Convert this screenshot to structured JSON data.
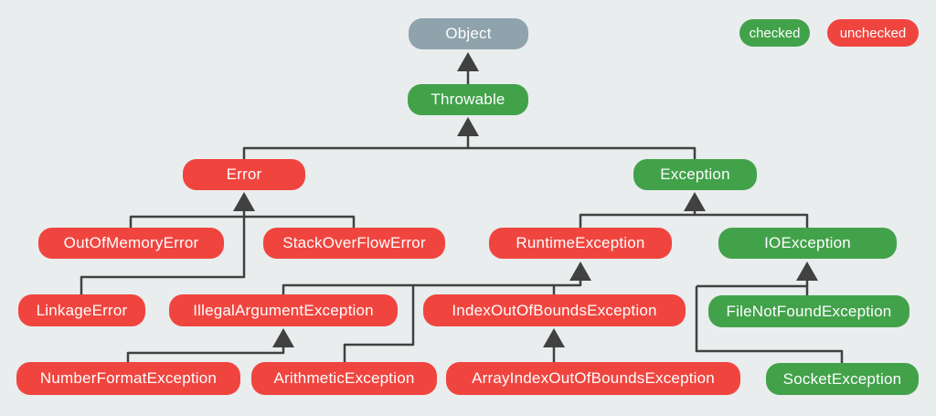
{
  "colors": {
    "background": "#e9edee",
    "checked": "#42a24a",
    "unchecked": "#f0453f",
    "neutral": "#8fa3ad",
    "line": "#414141",
    "text": "#fdfdfd"
  },
  "legend": [
    {
      "id": "checked",
      "label": "checked",
      "type": "checked"
    },
    {
      "id": "unchecked",
      "label": "unchecked",
      "type": "unchecked"
    }
  ],
  "nodes": [
    {
      "id": "object",
      "label": "Object",
      "type": "neutral"
    },
    {
      "id": "throwable",
      "label": "Throwable",
      "type": "checked"
    },
    {
      "id": "error",
      "label": "Error",
      "type": "unchecked"
    },
    {
      "id": "exception",
      "label": "Exception",
      "type": "checked"
    },
    {
      "id": "out-of-memory-error",
      "label": "OutOfMemoryError",
      "type": "unchecked"
    },
    {
      "id": "stack-over-flow-error",
      "label": "StackOverFlowError",
      "type": "unchecked"
    },
    {
      "id": "runtime-exception",
      "label": "RuntimeException",
      "type": "unchecked"
    },
    {
      "id": "io-exception",
      "label": "IOException",
      "type": "checked"
    },
    {
      "id": "linkage-error",
      "label": "LinkageError",
      "type": "unchecked"
    },
    {
      "id": "illegal-argument-exception",
      "label": "IllegalArgumentException",
      "type": "unchecked"
    },
    {
      "id": "index-out-of-bounds-exception",
      "label": "IndexOutOfBoundsException",
      "type": "unchecked"
    },
    {
      "id": "file-not-found-exception",
      "label": "FileNotFoundException",
      "type": "checked"
    },
    {
      "id": "number-format-exception",
      "label": "NumberFormatException",
      "type": "unchecked"
    },
    {
      "id": "arithmetic-exception",
      "label": "ArithmeticException",
      "type": "unchecked"
    },
    {
      "id": "array-index-out-of-bounds-exception",
      "label": "ArrayIndexOutOfBoundsException",
      "type": "unchecked"
    },
    {
      "id": "socket-exception",
      "label": "SocketException",
      "type": "checked"
    }
  ],
  "edges": [
    {
      "child": "throwable",
      "parent": "object"
    },
    {
      "child": "error",
      "parent": "throwable"
    },
    {
      "child": "exception",
      "parent": "throwable"
    },
    {
      "child": "out-of-memory-error",
      "parent": "error"
    },
    {
      "child": "stack-over-flow-error",
      "parent": "error"
    },
    {
      "child": "linkage-error",
      "parent": "error"
    },
    {
      "child": "runtime-exception",
      "parent": "exception"
    },
    {
      "child": "io-exception",
      "parent": "exception"
    },
    {
      "child": "illegal-argument-exception",
      "parent": "runtime-exception"
    },
    {
      "child": "index-out-of-bounds-exception",
      "parent": "runtime-exception"
    },
    {
      "child": "arithmetic-exception",
      "parent": "runtime-exception"
    },
    {
      "child": "number-format-exception",
      "parent": "illegal-argument-exception"
    },
    {
      "child": "array-index-out-of-bounds-exception",
      "parent": "index-out-of-bounds-exception"
    },
    {
      "child": "file-not-found-exception",
      "parent": "io-exception"
    },
    {
      "child": "socket-exception",
      "parent": "io-exception"
    }
  ]
}
